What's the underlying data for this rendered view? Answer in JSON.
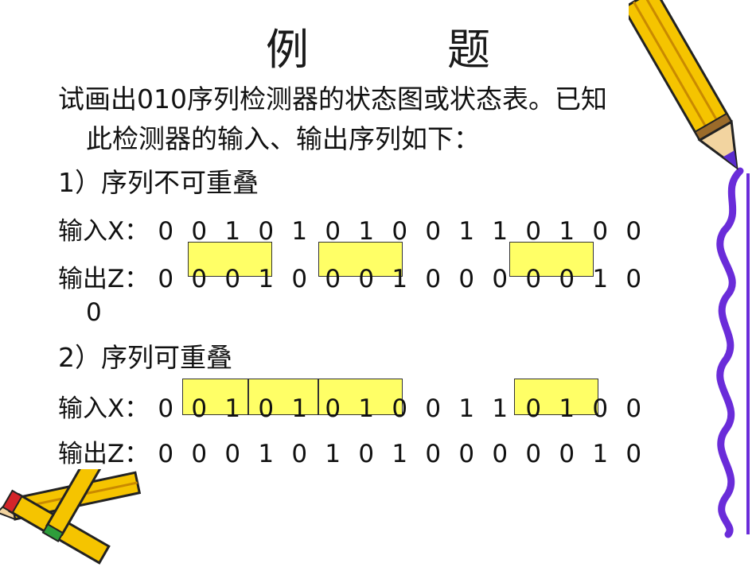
{
  "slide": {
    "title": "例　题",
    "intro_line1": "试画出010序列检测器的状态图或状态表。已知",
    "intro_line2": "此检测器的输入、输出序列如下：",
    "case1": {
      "heading": "1）序列不可重叠",
      "input_label": "输入X：",
      "input_digits": [
        "0",
        "0",
        "1",
        "0",
        "1",
        "0",
        "1",
        "0",
        "0",
        "1",
        "1",
        "0",
        "1",
        "0",
        "0"
      ],
      "output_label": "输出Z：",
      "output_digits": [
        "0",
        "0",
        "0",
        "1",
        "0",
        "0",
        "0",
        "1",
        "0",
        "0",
        "0",
        "0",
        "0",
        "1",
        "0"
      ],
      "output_wrap": "0"
    },
    "case2": {
      "heading": "2）序列可重叠",
      "input_label": "输入X：",
      "input_digits": [
        "0",
        "0",
        "1",
        "0",
        "1",
        "0",
        "1",
        "0",
        "0",
        "1",
        "1",
        "0",
        "1",
        "0",
        "0"
      ],
      "output_label": "输出Z：",
      "output_digits": [
        "0",
        "0",
        "0",
        "1",
        "0",
        "1",
        "0",
        "1",
        "0",
        "0",
        "0",
        "0",
        "0",
        "1",
        "0"
      ]
    },
    "colors": {
      "highlight": "#ffff66",
      "pencil_body": "#f5c400",
      "border_purple": "#6a2cd9"
    }
  }
}
